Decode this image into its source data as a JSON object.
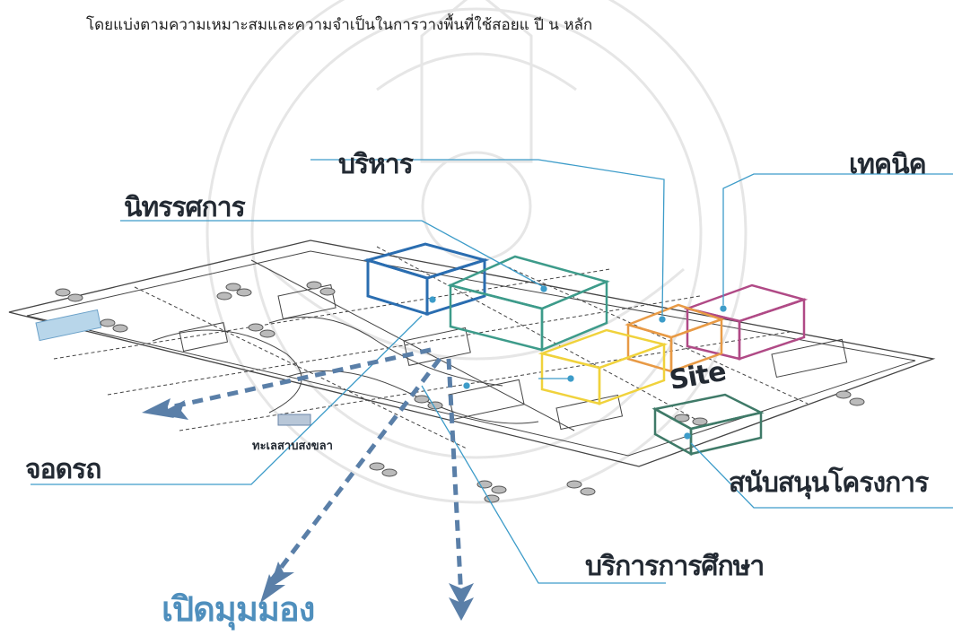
{
  "caption": "โดยแบ่งตามความเหมาะสมและความจำเป็นในการวางพื้นที่ใช้สอยแ ปี น หลัก",
  "labels": {
    "administration": "บริหาร",
    "technical": "เทคนิค",
    "exhibition": "นิทรรศการ",
    "parking": "จอดรถ",
    "lake": "ทะเลสาบสงขลา",
    "support": "สนับสนุนโครงการ",
    "education": "บริการการศึกษา",
    "view": "เปิดมุมมอง",
    "site": "Site"
  },
  "colors": {
    "leader": "#3d9cc9",
    "exhibition_box": "#2a6db0",
    "administration_box": "#3d9b8a",
    "technical_box": "#b04a86",
    "technical2_box": "#e89a45",
    "education_box": "#f0d23c",
    "support_box": "#3f7a68",
    "arrow": "#5a7fa8",
    "plan": "#444444"
  }
}
